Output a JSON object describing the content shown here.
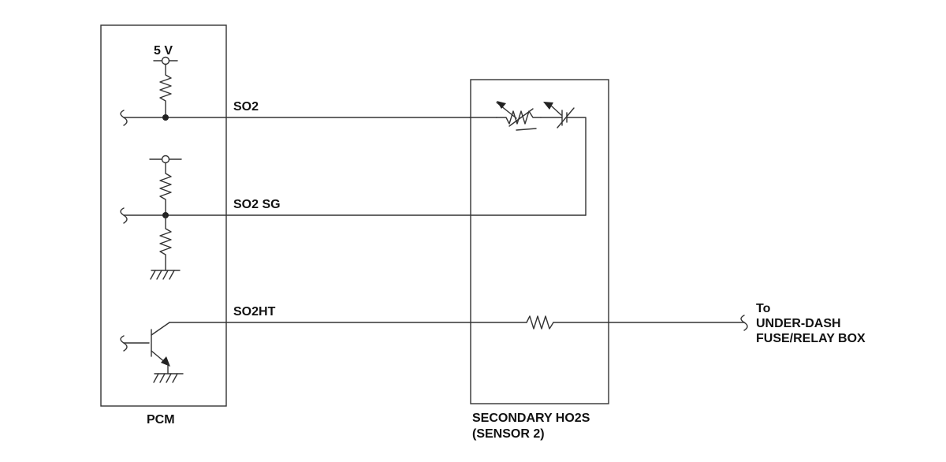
{
  "labels": {
    "supply": "5 V",
    "so2": "SO2",
    "so2_sg": "SO2 SG",
    "so2ht": "SO2HT",
    "pcm": "PCM",
    "sensor_line1": "SECONDARY HO2S",
    "sensor_line2": "(SENSOR 2)",
    "dest_line1": "To",
    "dest_line2": "UNDER-DASH",
    "dest_line3": "FUSE/RELAY BOX"
  },
  "colors": {
    "line": "#333333",
    "text": "#111111",
    "background": "#ffffff"
  }
}
